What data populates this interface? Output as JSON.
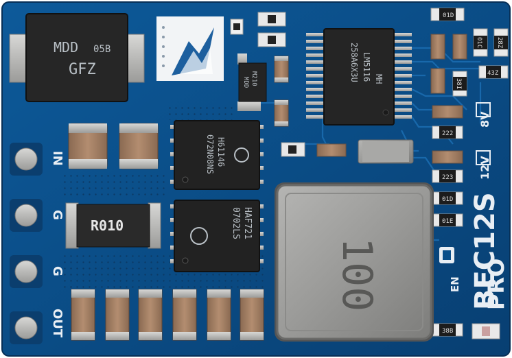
{
  "board": {
    "title": "BEC12S",
    "subtitle": "PRO",
    "pcb_color": "#0a4f8a",
    "trace_color": "#1566a6"
  },
  "pins": {
    "in": "IN",
    "g1": "G",
    "g2": "G",
    "out": "OUT"
  },
  "voltage_labels": {
    "v8": "8V",
    "v12": "12V",
    "enable": "EN"
  },
  "chips": {
    "diode_top": [
      "MDD",
      "05B",
      "GFZ"
    ],
    "controller": [
      "258A6X3U",
      "LM5116",
      "MH"
    ],
    "mosfet_top": [
      "072N08NS",
      "H61146"
    ],
    "mosfet_bottom": [
      "0702LS",
      "HAF721"
    ],
    "shunt": "R010",
    "inductor": "100",
    "small_ic": [
      "MDD",
      "M210"
    ]
  },
  "resistor_codes": [
    "01D",
    "01C",
    "28Z",
    "43Z",
    "38I",
    "222",
    "223",
    "01D",
    "01E",
    "38B"
  ]
}
